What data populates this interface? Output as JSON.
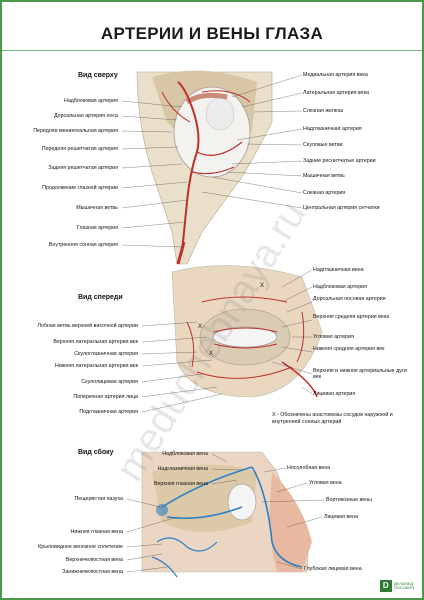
{
  "title": "АРТЕРИИ И ВЕНЫ ГЛАЗА",
  "watermark": "meduchebnaya.ru",
  "colors": {
    "border": "#4a9a4a",
    "artery": "#c0302a",
    "vein": "#2f7fc6",
    "bone": "#e9dfca",
    "skin": "#e8b9a0"
  },
  "top": {
    "heading": "Вид сверху",
    "left_labels": [
      "Надблоковая артерия",
      "Дорсальная артерия носа",
      "Передняя менингеальная артерия",
      "Передняя решетчатая артерия",
      "Задняя решетчатая артерия",
      "Продолжение глазной артерии",
      "Мышечная ветвь",
      "Глазная артерия",
      "Внутренняя сонная артерия"
    ],
    "right_labels": [
      "Медиальная артерия века",
      "Латеральная артерия века",
      "Слезная железа",
      "Надглазничная артерия",
      "Скуловые ветви",
      "Задние реснитчатые артерии",
      "Мышечная ветвь",
      "Слезная артерия",
      "Центральная артерия сетчатки"
    ]
  },
  "front": {
    "heading": "Вид спереди",
    "left_labels": [
      "Лобная ветвь верхней височной артерии",
      "Верхняя латеральная артерия век",
      "Скулоглазничная артерия",
      "Нижняя латеральная артерия век",
      "Скулолицевая артерия",
      "Поперечная артерия лица",
      "Подглазничная артерия"
    ],
    "right_labels": [
      "Надглазничная вена",
      "Надблоковая артерия",
      "Дорсальная носовая артерия",
      "Верхняя средняя артерия века",
      "Угловая артерия",
      "Нижняя средняя артерия век",
      "Верхняя и нижняя артериальные дуги век",
      "Лицевая артерия"
    ],
    "note": "X - Обозначены анастомозы сосудов наружной и внутренней сонных артерий",
    "marker": "X"
  },
  "side": {
    "heading": "Вид сбоку",
    "top_labels": [
      "Надблоковая вена",
      "Надглазничная вена",
      "Верхняя глазная вена"
    ],
    "left_labels": [
      "Пещеристая пазуха",
      "Нижняя глазная вена",
      "Крыловидное венозное сплетение",
      "Верхнечелюстная вена",
      "Занижнечелюстная вена"
    ],
    "right_labels": [
      "Носолобная вена",
      "Угловая вена",
      "Вортикозные вены",
      "Лицевая вена",
      "Глубокая лицевая вена"
    ]
  },
  "brand": {
    "mark": "D",
    "line1": "ДЕЛАМЕД",
    "line2": "ПОСОБИЯ"
  }
}
